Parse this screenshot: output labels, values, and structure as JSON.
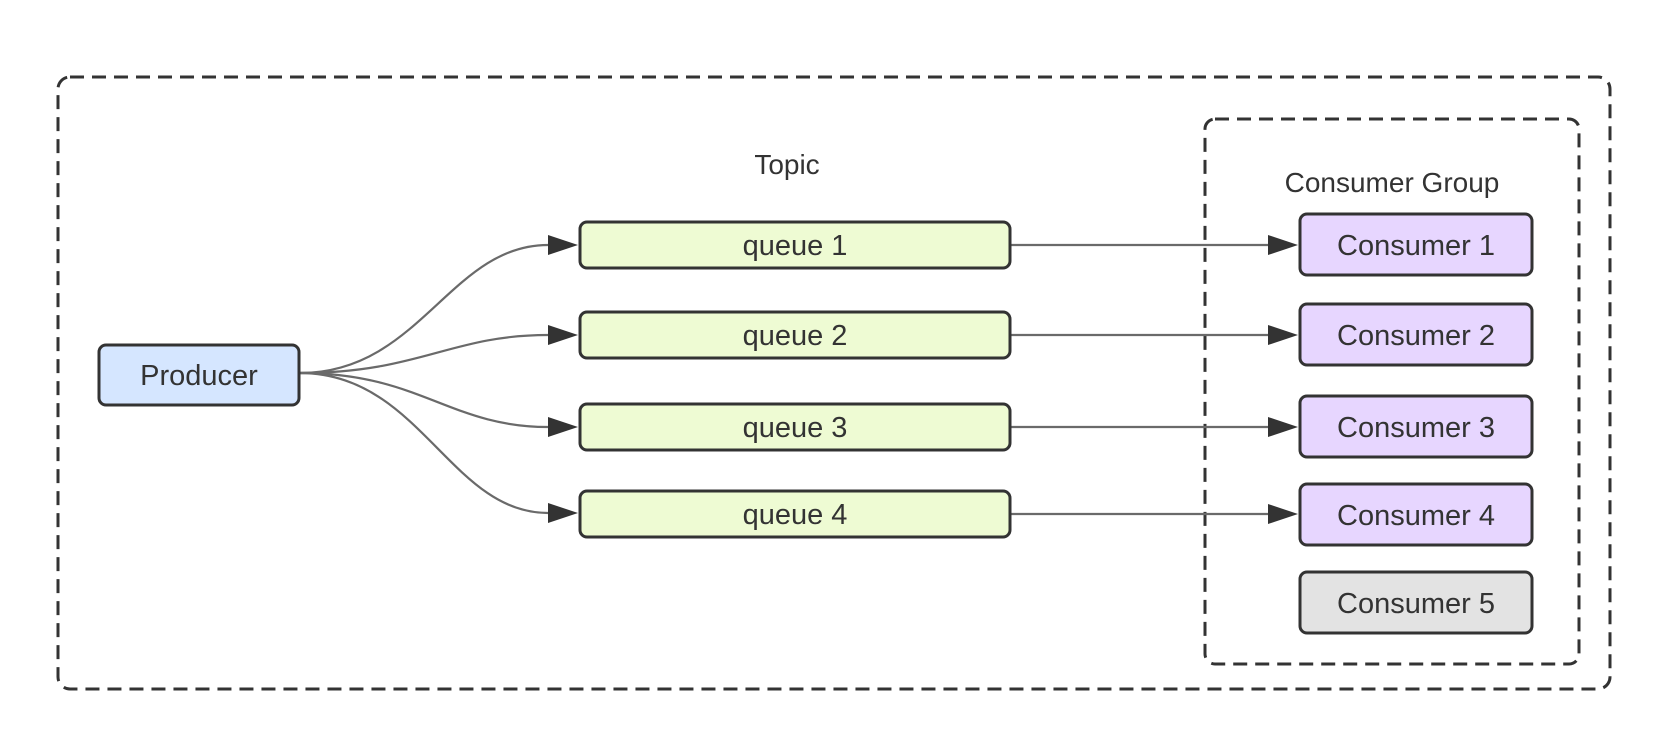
{
  "frames": {
    "topic_label": "Topic",
    "consumer_group_label": "Consumer Group"
  },
  "producer": {
    "label": "Producer"
  },
  "queues": [
    {
      "label": "queue 1"
    },
    {
      "label": "queue 2"
    },
    {
      "label": "queue 3"
    },
    {
      "label": "queue 4"
    }
  ],
  "consumers": [
    {
      "label": "Consumer 1",
      "assigned": true
    },
    {
      "label": "Consumer 2",
      "assigned": true
    },
    {
      "label": "Consumer 3",
      "assigned": true
    },
    {
      "label": "Consumer 4",
      "assigned": true
    },
    {
      "label": "Consumer 5",
      "assigned": false
    }
  ],
  "edges": [
    {
      "from": "Producer",
      "to": "queue 1"
    },
    {
      "from": "Producer",
      "to": "queue 2"
    },
    {
      "from": "Producer",
      "to": "queue 3"
    },
    {
      "from": "Producer",
      "to": "queue 4"
    },
    {
      "from": "queue 1",
      "to": "Consumer 1"
    },
    {
      "from": "queue 2",
      "to": "Consumer 2"
    },
    {
      "from": "queue 3",
      "to": "Consumer 3"
    },
    {
      "from": "queue 4",
      "to": "Consumer 4"
    }
  ],
  "colors": {
    "producer": "#d5e6ff",
    "queue": "#eefbd3",
    "consumer_assigned": "#e7d6ff",
    "consumer_idle": "#e3e3e3",
    "stroke": "#333333"
  }
}
